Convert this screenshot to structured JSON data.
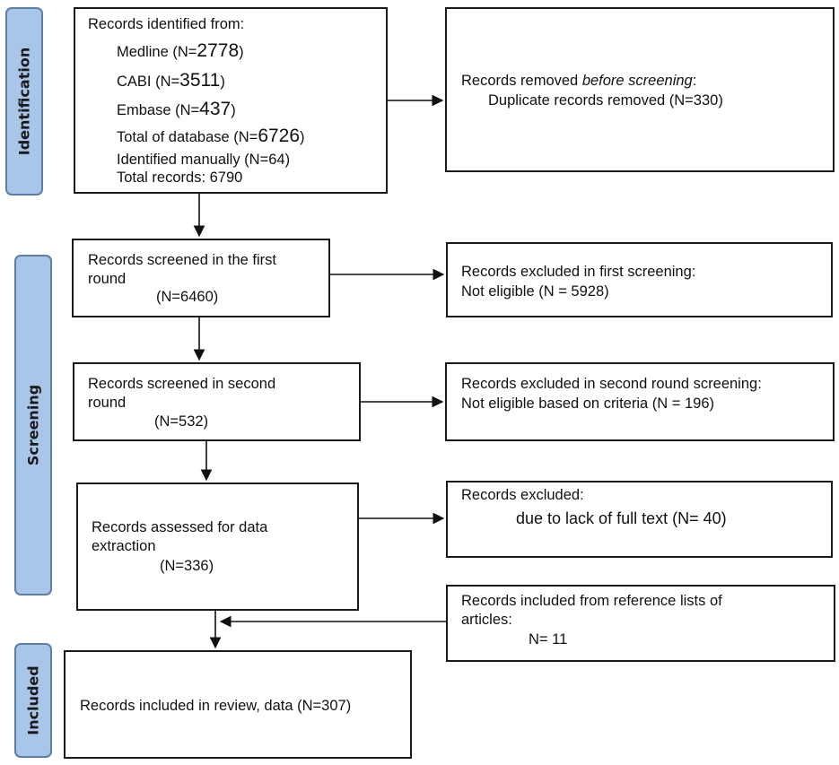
{
  "stages": {
    "identification": "Identification",
    "screening": "Screening",
    "included": "Included"
  },
  "identification_box": {
    "heading": "Records identified from:",
    "medline_label": "Medline (N=",
    "medline_value": "2778",
    "cabi_label": "CABI (N=",
    "cabi_value": "3511",
    "embase_label": "Embase (N=",
    "embase_value": "437",
    "total_db_label": "Total of database (N=",
    "total_db_value": "6726",
    "close_paren": ")",
    "manual": "Identified manually (N=64)",
    "total_records": "Total records: 6790"
  },
  "removed_box": {
    "line1_prefix": "Records removed ",
    "line1_italic": "before screening",
    "line1_suffix": ":",
    "line2": "Duplicate records removed (N=330)"
  },
  "screen1_box": {
    "line1": "Records screened in the first",
    "line2": "round",
    "count": "(N=6460)"
  },
  "excluded1_box": {
    "line1": "Records excluded in first screening:",
    "line2": "Not eligible (N = 5928)"
  },
  "screen2_box": {
    "line1": "Records screened in second",
    "line2": "round",
    "count": "(N=532)"
  },
  "excluded2_box": {
    "line1": "Records excluded in second round screening:",
    "line2": "Not eligible based on criteria (N = 196)"
  },
  "assessed_box": {
    "line1": "Records assessed for data",
    "line2": "extraction",
    "count": "(N=336)"
  },
  "excluded3_box": {
    "line1": "Records excluded:",
    "line2": "due to lack of full text (N= 40)"
  },
  "reference_box": {
    "line1": "Records included from reference lists of",
    "line2": "articles:",
    "count": "N= 11"
  },
  "included_box": {
    "line1": "Records included in review, data (N=307)"
  }
}
